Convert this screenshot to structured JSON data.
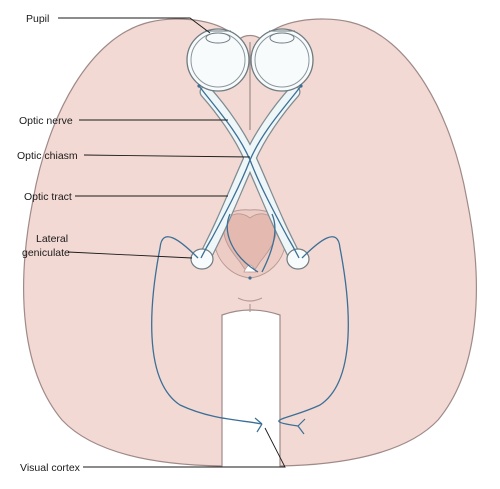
{
  "labels": {
    "pupil": "Pupil",
    "optic_nerve": "Optic nerve",
    "optic_chiasm": "Optic chiasm",
    "optic_tract": "Optic tract",
    "lateral_geniculate_line1": "Lateral",
    "lateral_geniculate_line2": "geniculate",
    "visual_cortex": "Visual cortex"
  },
  "colors": {
    "brain": "#f3d9d4",
    "nerve": "#eef6f8",
    "pathway": "#3b6f96"
  }
}
